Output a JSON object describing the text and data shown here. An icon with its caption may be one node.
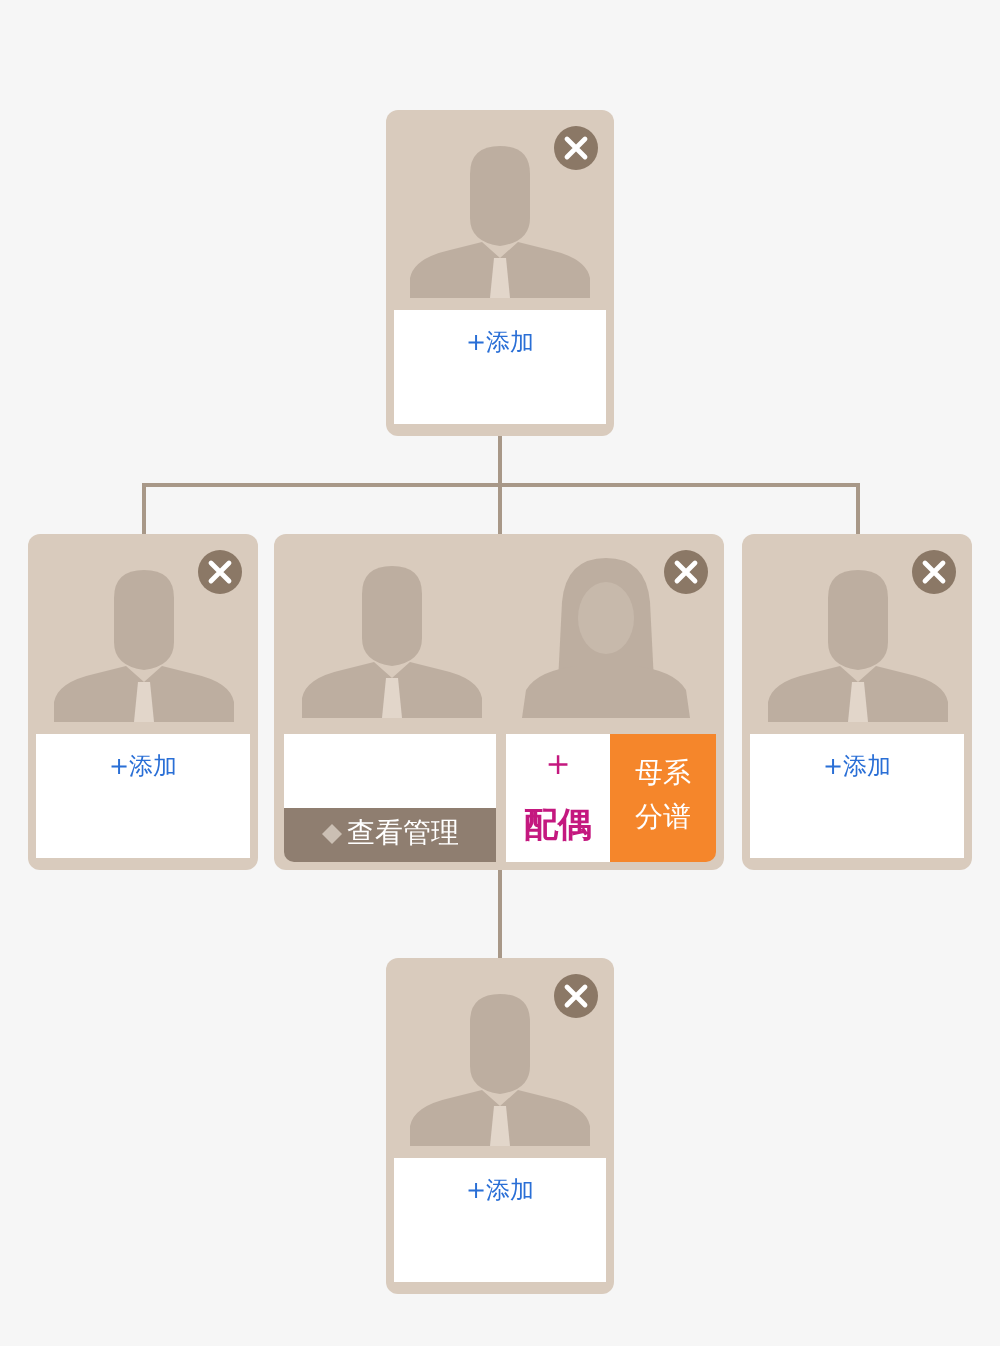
{
  "diagram": {
    "nodes": [
      {
        "text": [
          "+添加"
        ]
      },
      {
        "text": [
          "+添加"
        ]
      },
      {
        "text": [],
        "shape": "box"
      },
      {
        "text": [
          "查看管理"
        ],
        "in": 2
      },
      {
        "text": [
          "+",
          "配偶"
        ],
        "in": 2
      },
      {
        "text": [
          "母系分谱"
        ],
        "in": 2
      },
      {
        "text": [
          "+添加"
        ]
      },
      {
        "text": [
          "+添加"
        ]
      }
    ],
    "edges": [
      {
        "from": 0,
        "to": 1,
        "arrow": "none"
      },
      {
        "from": 0,
        "to": 2,
        "arrow": "none"
      },
      {
        "from": 0,
        "to": 6,
        "arrow": "none"
      },
      {
        "from": 2,
        "to": 7,
        "arrow": "none"
      }
    ]
  }
}
